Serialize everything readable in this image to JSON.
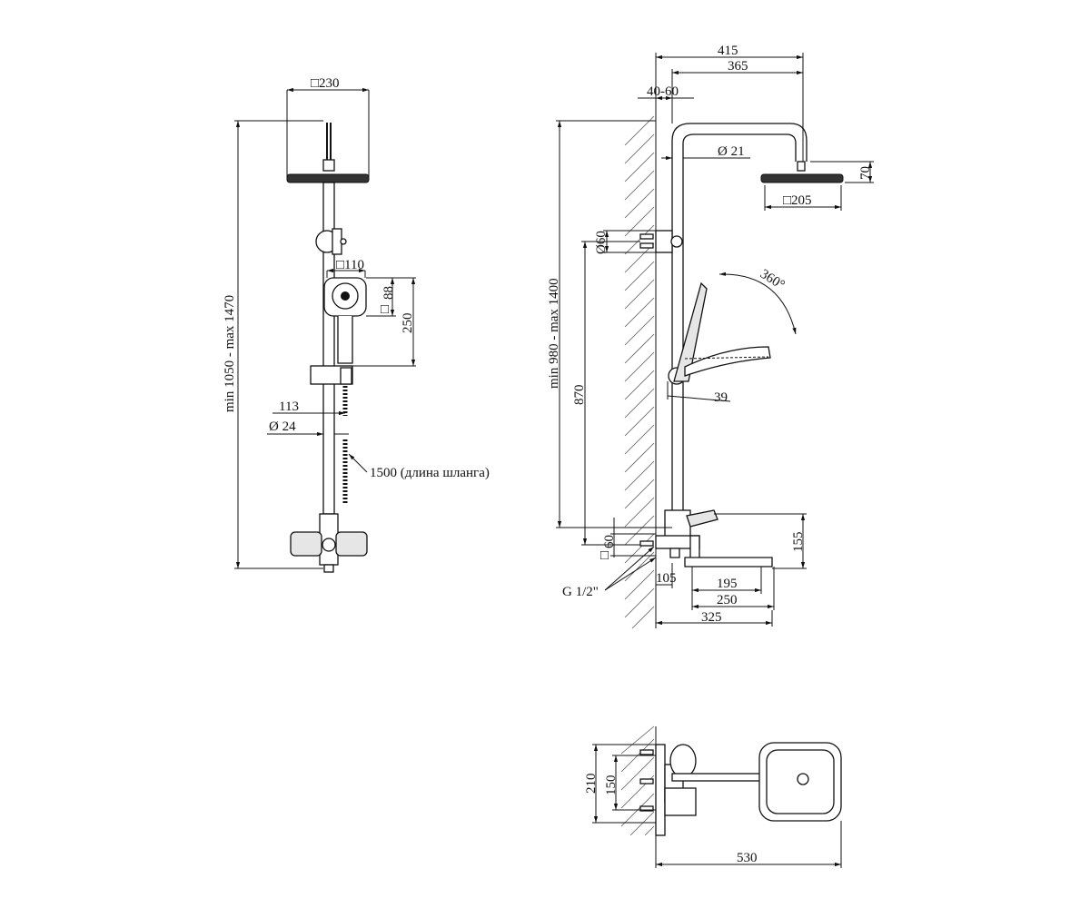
{
  "front_view": {
    "head_size": "□230",
    "height_range": "min 1050 - max 1470",
    "hand_shower_size": "□110",
    "hand_shower_dim_a": "88",
    "hand_shower_box": "□",
    "hand_shower_dim_b": "250",
    "offset": "113",
    "pipe_diameter": "Ø 24",
    "hose": "1500 (длина шланга)"
  },
  "side_view": {
    "total_reach": "415",
    "head_reach": "365",
    "wall_offset": "40-60",
    "pipe_diameter": "Ø 21",
    "head_height": "70",
    "head_size": "□205",
    "bracket_size": "Ø60",
    "height_range": "min 980 - max 1400",
    "rotation": "360°",
    "holder_dim": "39",
    "mixer_height": "870",
    "mixer_box": "60",
    "mixer_box_symbol": "□",
    "spout_height": "155",
    "connection": "G 1/2\"",
    "dim_105": "105",
    "dim_195": "195",
    "dim_250": "250",
    "dim_325": "325"
  },
  "top_view": {
    "width_a": "210",
    "width_b": "150",
    "depth": "530"
  }
}
